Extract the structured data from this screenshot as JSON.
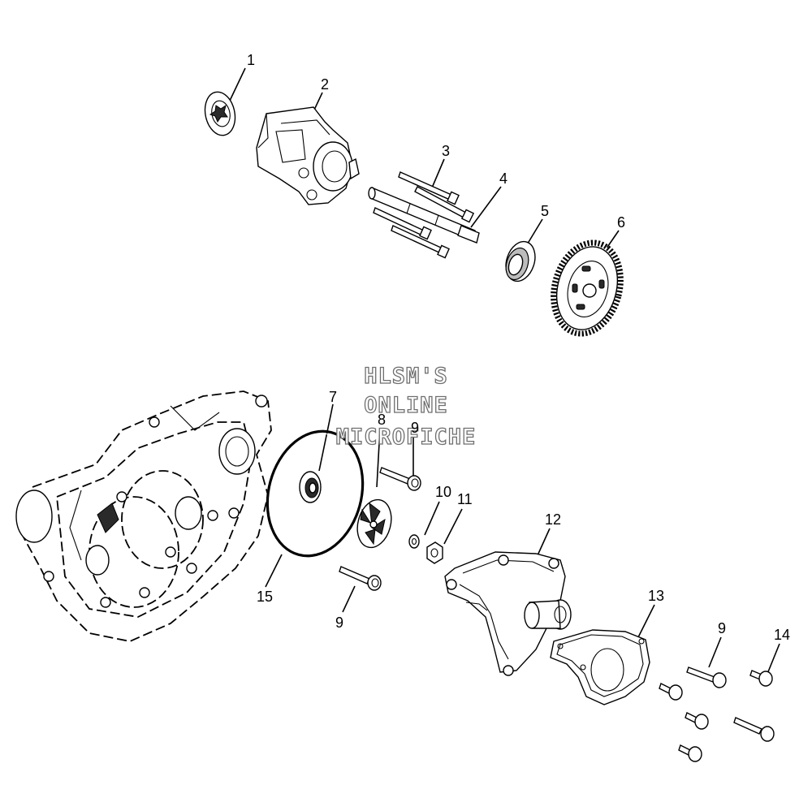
{
  "watermark": {
    "line1": "HLSM'S",
    "line2": "ONLINE",
    "line3": "MICROFICHE"
  },
  "callouts": [
    {
      "id": "1",
      "text": "1"
    },
    {
      "id": "2",
      "text": "2"
    },
    {
      "id": "3",
      "text": "3"
    },
    {
      "id": "4",
      "text": "4"
    },
    {
      "id": "5",
      "text": "5"
    },
    {
      "id": "6",
      "text": "6"
    },
    {
      "id": "7",
      "text": "7"
    },
    {
      "id": "8",
      "text": "8"
    },
    {
      "id": "9a",
      "text": "9"
    },
    {
      "id": "10",
      "text": "10"
    },
    {
      "id": "11",
      "text": "11"
    },
    {
      "id": "12",
      "text": "12"
    },
    {
      "id": "13",
      "text": "13"
    },
    {
      "id": "14",
      "text": "14"
    },
    {
      "id": "15",
      "text": "15"
    },
    {
      "id": "9b",
      "text": "9"
    },
    {
      "id": "9c",
      "text": "9"
    }
  ]
}
